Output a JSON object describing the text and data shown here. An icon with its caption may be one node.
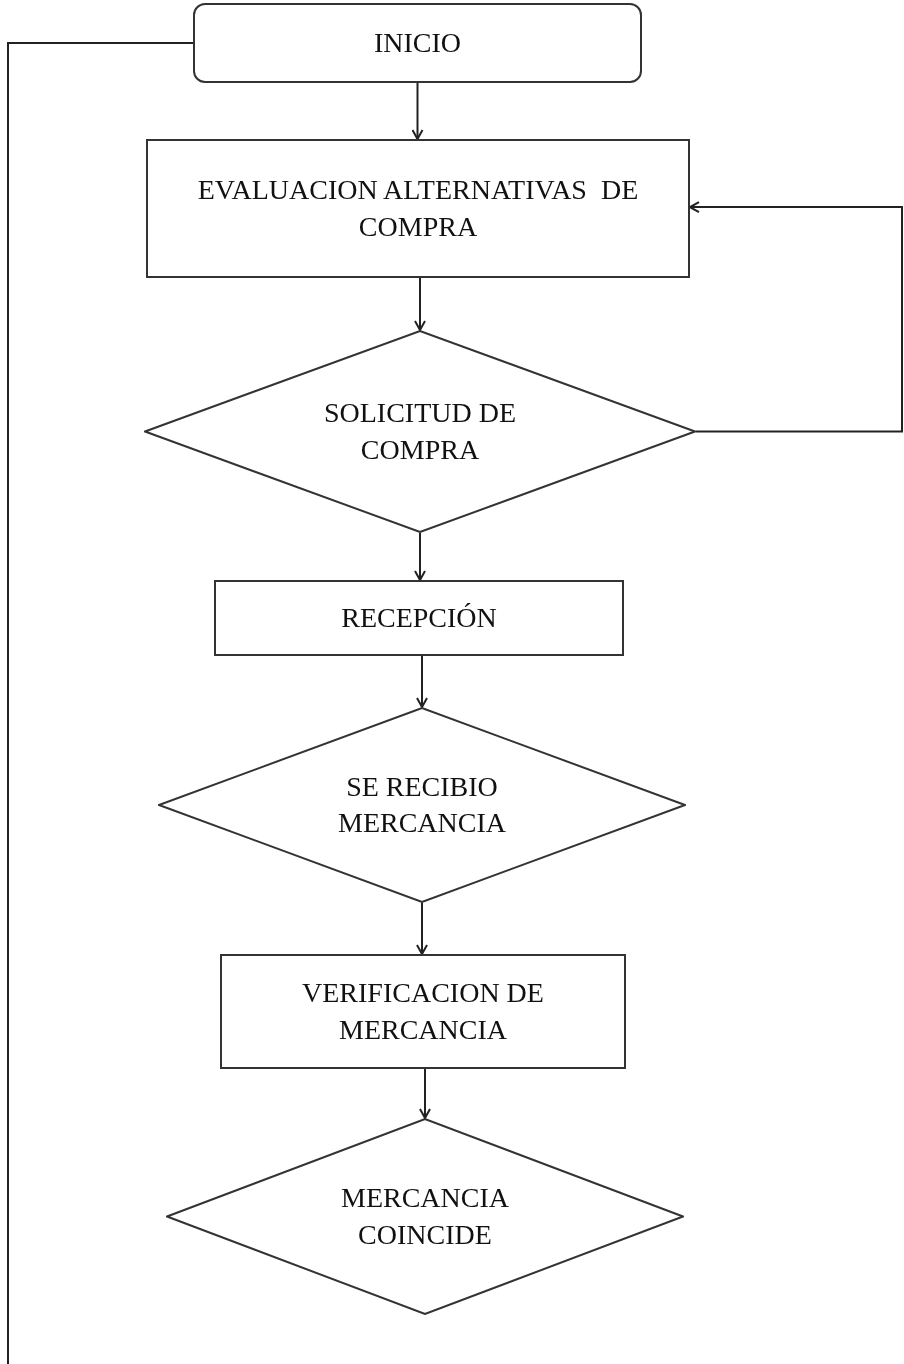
{
  "diagram": {
    "nodes": [
      {
        "text": [
          "INICIO"
        ]
      },
      {
        "text": [
          "EVALUACION ALTERNATIVAS  DE COMPRA"
        ]
      },
      {
        "text": [
          "SOLICITUD DE COMPRA"
        ]
      },
      {
        "text": [
          "RECEPCIÓN"
        ]
      },
      {
        "text": [
          "SE RECIBIO MERCANCIA"
        ]
      },
      {
        "text": [
          "VERIFICACION DE MERCANCIA"
        ]
      },
      {
        "text": [
          "MERCANCIA COINCIDE"
        ]
      }
    ],
    "edges": [
      {
        "from": 0,
        "to": 1,
        "arrow": "to"
      },
      {
        "from": 1,
        "to": 2,
        "arrow": "to"
      },
      {
        "from": 2,
        "to": 3,
        "arrow": "to"
      },
      {
        "from": 3,
        "to": 4,
        "arrow": "to"
      },
      {
        "from": 4,
        "to": 5,
        "arrow": "to"
      },
      {
        "from": 5,
        "to": 6,
        "arrow": "to"
      },
      {
        "from": 2,
        "to": 1,
        "arrow": "to"
      },
      {
        "from": 0,
        "to": null,
        "arrow": "none"
      }
    ]
  }
}
